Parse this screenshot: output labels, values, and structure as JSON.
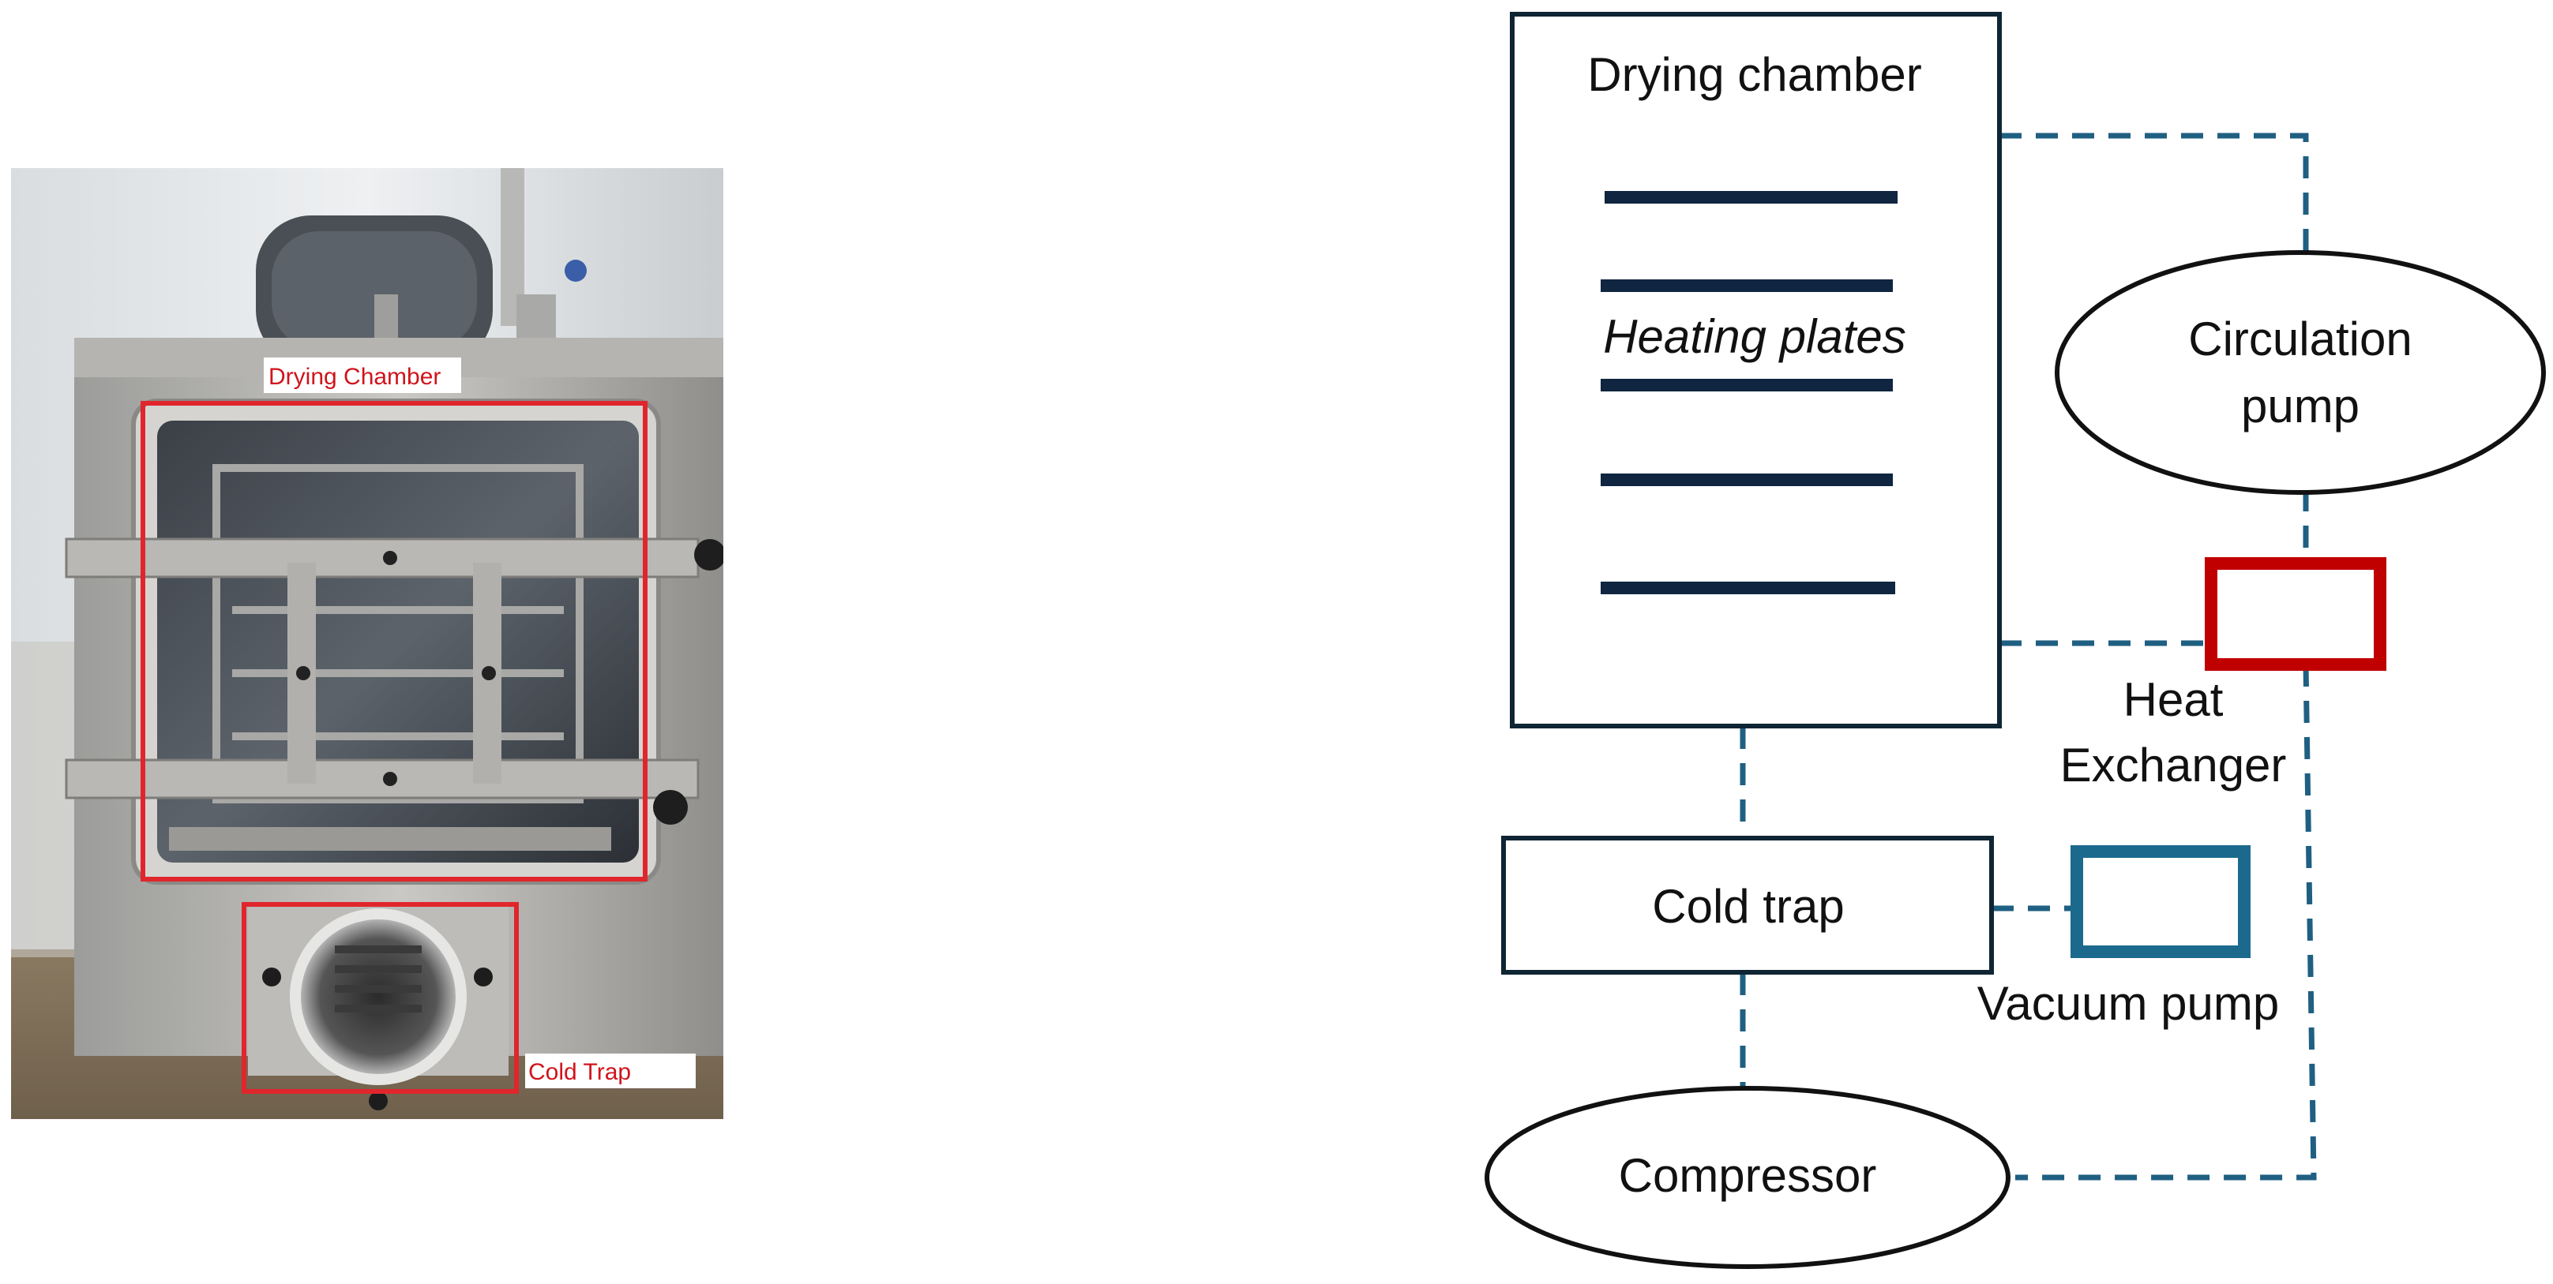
{
  "photo": {
    "label_drying_chamber": "Drying Chamber",
    "label_cold_trap": "Cold Trap",
    "annotation_color": "#e0262c",
    "description_free": true
  },
  "diagram": {
    "drying_chamber": "Drying chamber",
    "heating_plates": "Heating plates",
    "circulation_pump_line1": "Circulation",
    "circulation_pump_line2": "pump",
    "heat_exchanger_line1": "Heat",
    "heat_exchanger_line2": "Exchanger",
    "cold_trap": "Cold trap",
    "vacuum_pump": "Vacuum pump",
    "compressor": "Compressor"
  },
  "colors": {
    "plate": "#0f2540",
    "dashed_line": "#1f5f82",
    "heat_exchanger": "#c00000",
    "vacuum_pump": "#1b6a8e",
    "outline": "#0f2533"
  }
}
